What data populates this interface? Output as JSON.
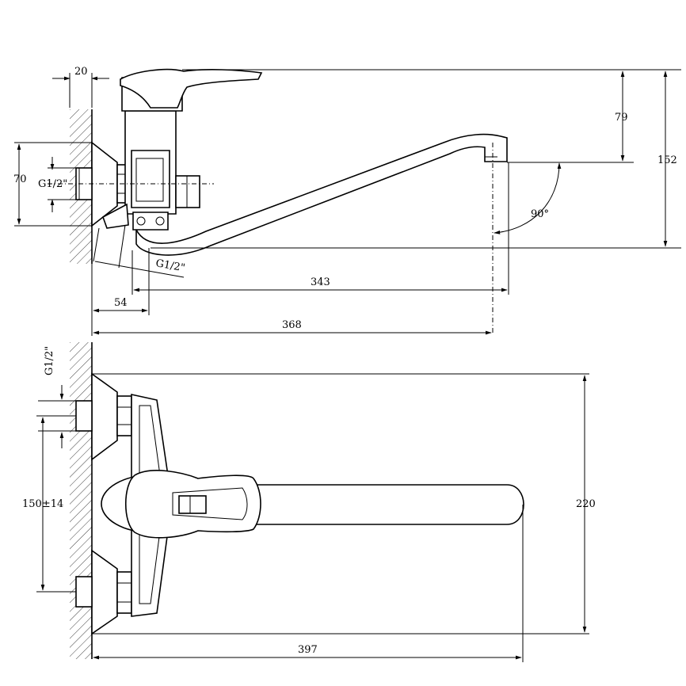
{
  "colors": {
    "line": "#000000",
    "background": "#ffffff",
    "hatch": "#444444"
  },
  "side_view": {
    "dims": {
      "wall_offset": "20",
      "inlet_height": "70",
      "inlet_thread": "G1/2\"",
      "outlet_thread": "G1/2\"",
      "top_to_spout": "79",
      "total_height": "152",
      "spout_angle": "90°",
      "spout_reach_from_body": "343",
      "body_offset": "54",
      "spout_reach_from_wall": "368"
    }
  },
  "top_view": {
    "dims": {
      "thread": "G1/2\"",
      "inlet_spacing": "150±14",
      "spout_width": "220",
      "spout_length": "397"
    }
  }
}
